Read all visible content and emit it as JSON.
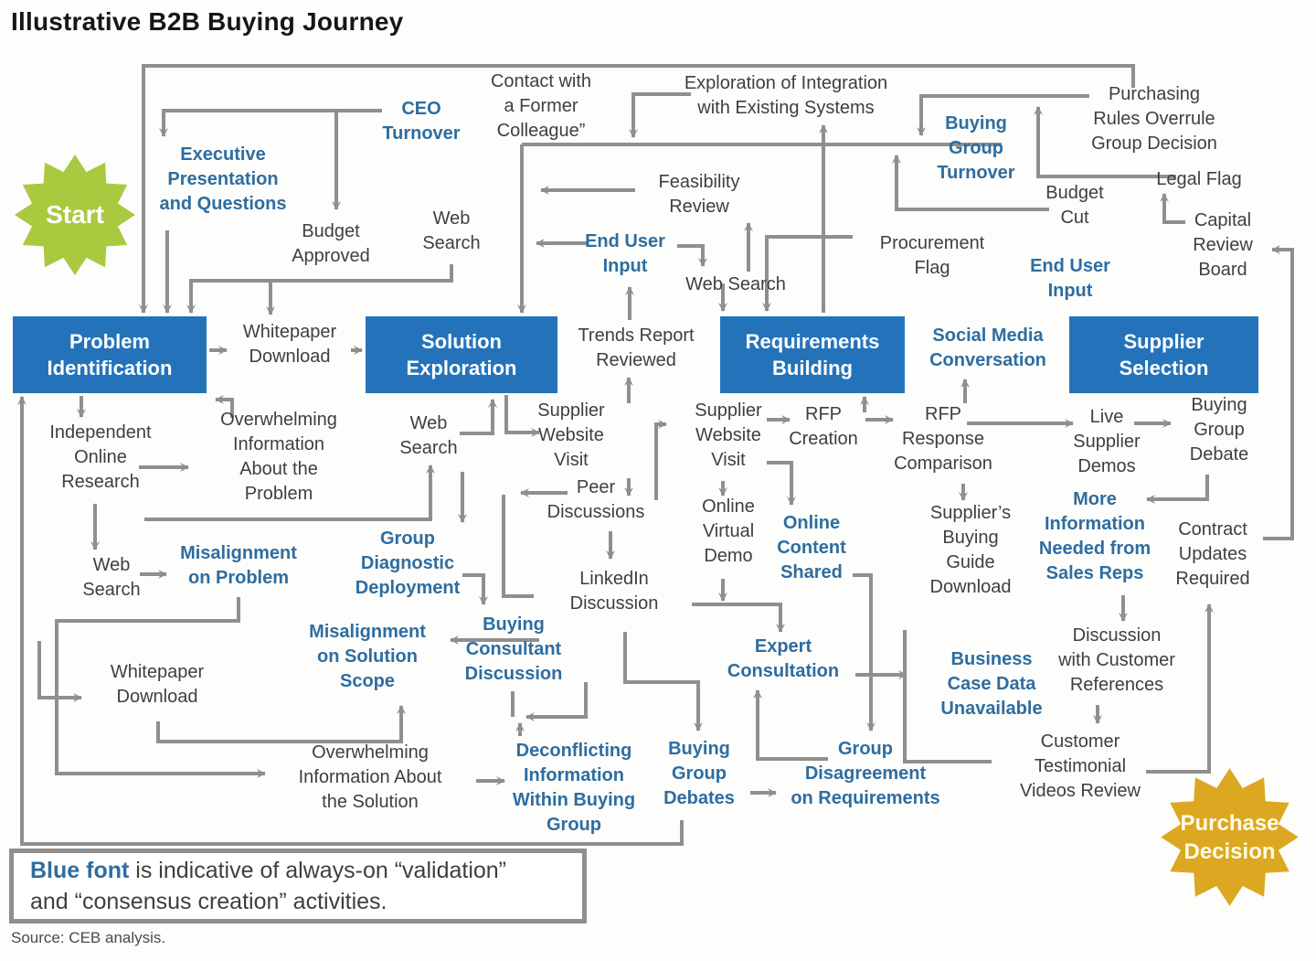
{
  "title": "Illustrative B2B Buying Journey",
  "source": "Source: CEB analysis.",
  "legend": {
    "highlight": "Blue font",
    "rest": " is indicative of always-on “validation”\nand “consensus creation” activities."
  },
  "milestones": {
    "start": "Start",
    "purchase": "Purchase\nDecision"
  },
  "stages": {
    "problem_identification": "Problem\nIdentification",
    "solution_exploration": "Solution\nExploration",
    "requirements_building": "Requirements\nBuilding",
    "supplier_selection": "Supplier\nSelection"
  },
  "labels": {
    "ceo_turnover": "CEO\nTurnover",
    "contact_former": "Contact with\na Former\nColleague”",
    "exploration_integration": "Exploration of Integration\nwith Existing Systems",
    "purchasing_rules": "Purchasing\nRules Overrule\nGroup Decision",
    "buying_group_turnover": "Buying\nGroup\nTurnover",
    "legal_flag": "Legal Flag",
    "budget_cut": "Budget\nCut",
    "capital_review": "Capital\nReview\nBoard",
    "executive_presentation": "Executive\nPresentation\nand Questions",
    "budget_approved": "Budget\nApproved",
    "web_search_1": "Web\nSearch",
    "feasibility_review": "Feasibility\nReview",
    "end_user_input_1": "End User\nInput",
    "web_search_2": "Web Search",
    "procurement_flag": "Procurement\nFlag",
    "end_user_input_2": "End User\nInput",
    "whitepaper_download_1": "Whitepaper\nDownload",
    "trends_report": "Trends Report\nReviewed",
    "social_media": "Social Media\nConversation",
    "independent_online": "Independent\nOnline\nResearch",
    "overwhelming_problem": "Overwhelming\nInformation\nAbout the\nProblem",
    "web_search_3": "Web\nSearch",
    "supplier_visit_1": "Supplier\nWebsite\nVisit",
    "peer_discussions": "Peer\nDiscussions",
    "supplier_visit_2": "Supplier\nWebsite\nVisit",
    "rfp_creation": "RFP\nCreation",
    "rfp_response": "RFP\nResponse\nComparison",
    "live_supplier_demos": "Live\nSupplier\nDemos",
    "buying_group_debate": "Buying\nGroup\nDebate",
    "online_virtual_demo": "Online\nVirtual\nDemo",
    "online_content_shared": "Online\nContent\nShared",
    "suppliers_guide": "Supplier’s\nBuying\nGuide\nDownload",
    "more_info_sales_reps": "More\nInformation\nNeeded from\nSales Reps",
    "contract_updates": "Contract\nUpdates\nRequired",
    "linkedin_discussion": "LinkedIn\nDiscussion",
    "web_search_4": "Web\nSearch",
    "misalignment_problem": "Misalignment\non Problem",
    "group_diagnostic": "Group\nDiagnostic\nDeployment",
    "buying_consultant": "Buying\nConsultant\nDiscussion",
    "misalignment_scope": "Misalignment\non Solution\nScope",
    "whitepaper_download_2": "Whitepaper\nDownload",
    "overwhelming_solution": "Overwhelming\nInformation About\nthe Solution",
    "deconflicting": "Deconflicting\nInformation\nWithin Buying\nGroup",
    "buying_group_debates": "Buying\nGroup\nDebates",
    "group_disagreement": "Group\nDisagreement\non Requirements",
    "expert_consultation": "Expert\nConsultation",
    "business_case": "Business\nCase Data\nUnavailable",
    "discussion_references": "Discussion\nwith Customer\nReferences",
    "customer_testimonial": "Customer\nTestimonial\nVideos Review"
  },
  "colors": {
    "stage_box_blue": "#2473ba",
    "validation_blue_text": "#2e6da0",
    "gray_text": "#3f3f3f",
    "arrow_gray": "#8f8f8f",
    "start_green": "#a9c93f",
    "purchase_gold": "#dca821"
  }
}
